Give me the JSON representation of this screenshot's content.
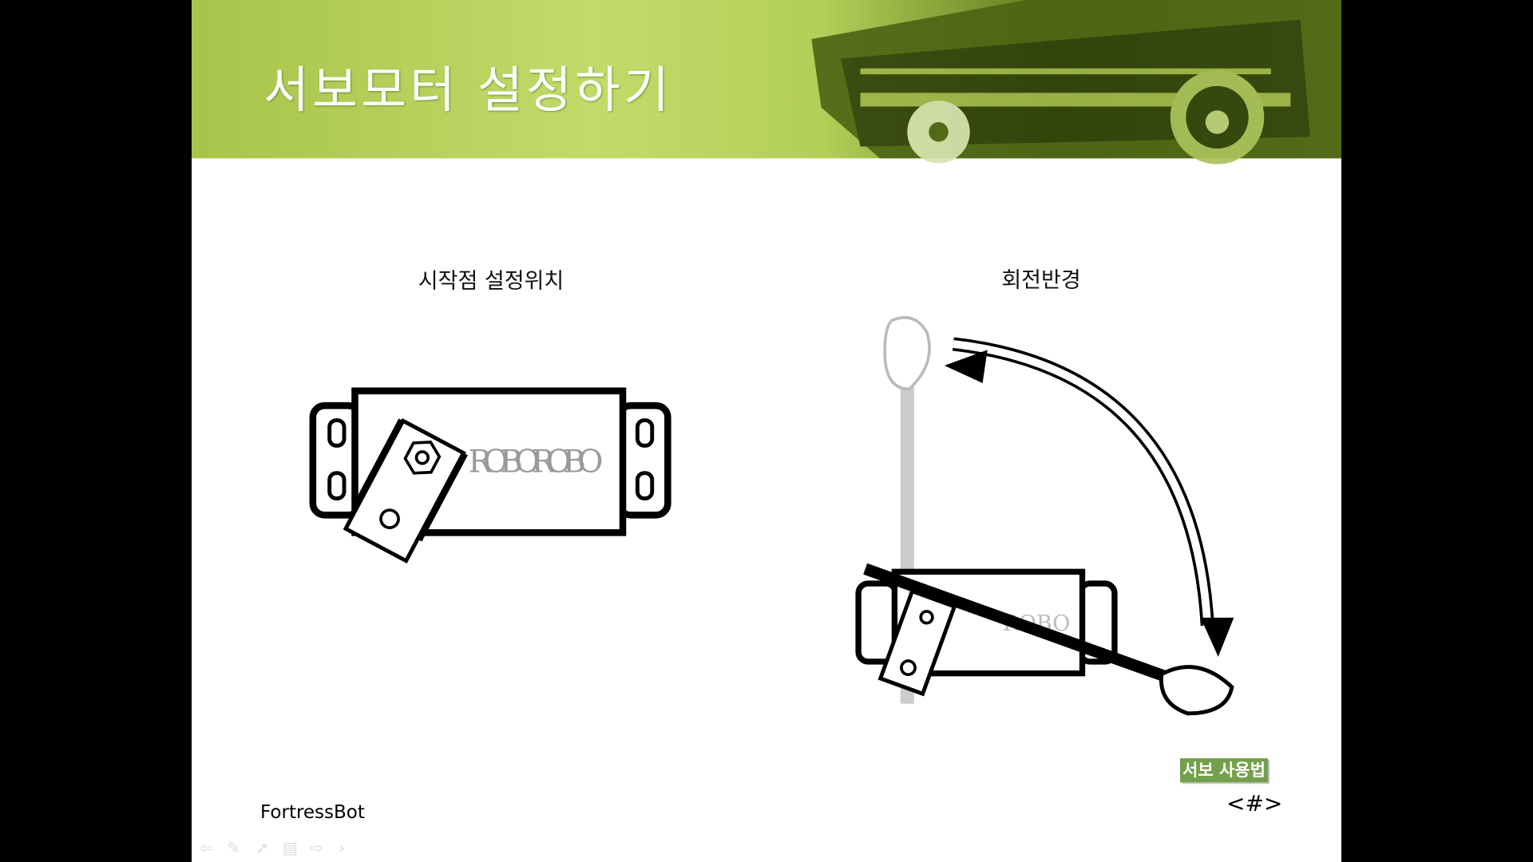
{
  "slide": {
    "title": "서보모터 설정하기",
    "left_caption": "시작점 설정위치",
    "right_caption": "회전반경",
    "servo_brand": "ROBOROBO",
    "servo_brand_partial": "ROBO",
    "badge": "서보 사용법",
    "page_number": "<#>",
    "footer": "FortressBot"
  },
  "toolbar": {
    "icons": [
      "back-arrow-icon",
      "pen-icon",
      "pointer-icon",
      "slide-menu-icon",
      "forward-arrow-icon",
      "next-chevron-icon"
    ]
  },
  "colors": {
    "header_green": "#a9c84a",
    "badge_green": "#73a04a"
  }
}
